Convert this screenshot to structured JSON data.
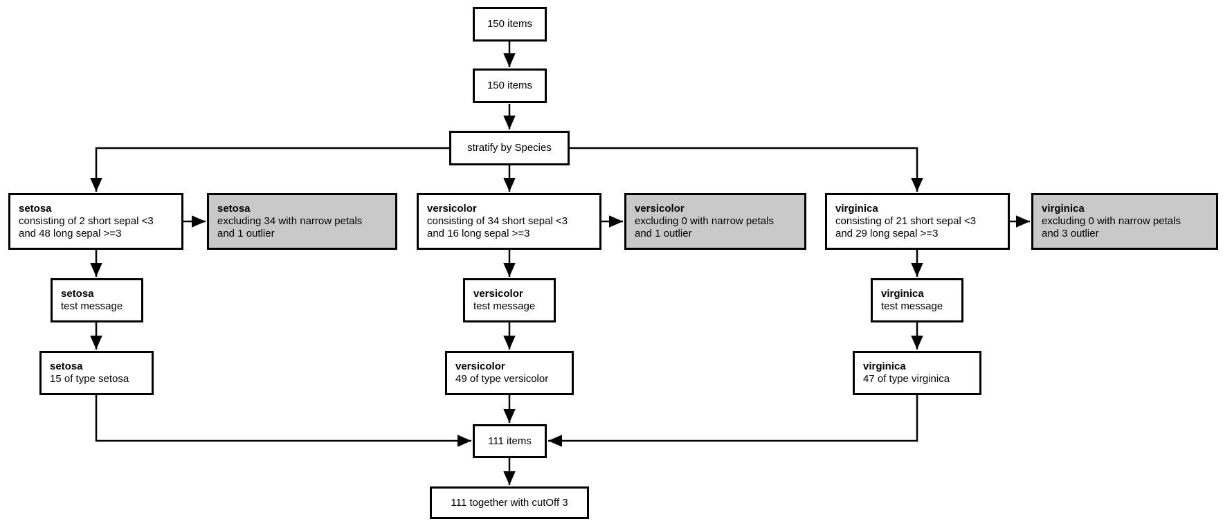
{
  "nodes": {
    "source": "150 items",
    "filtered": "150 items",
    "stratify": "stratify by Species",
    "merge": "111 items",
    "final": "111 together with cutOff 3"
  },
  "branches": [
    {
      "name": "setosa",
      "consisting": [
        "consisting of 2 short sepal <3",
        "and 48 long sepal >=3"
      ],
      "excluding": [
        "excluding 34 with narrow petals",
        "and 1 outlier"
      ],
      "test": "test message",
      "typed": "15 of type setosa"
    },
    {
      "name": "versicolor",
      "consisting": [
        "consisting of 34 short sepal <3",
        "and 16 long sepal >=3"
      ],
      "excluding": [
        "excluding 0 with narrow petals",
        "and 1 outlier"
      ],
      "test": "test message",
      "typed": "49 of type versicolor"
    },
    {
      "name": "virginica",
      "consisting": [
        "consisting of 21 short sepal <3",
        "and 29 long sepal >=3"
      ],
      "excluding": [
        "excluding 0 with narrow petals",
        "and 3 outlier"
      ],
      "test": "test message",
      "typed": "47 of type virginica"
    }
  ],
  "colors": {
    "border": "#000000",
    "node_fill": "#ffffff",
    "excluded_fill": "#c8c8c8",
    "background": "#ffffff"
  }
}
